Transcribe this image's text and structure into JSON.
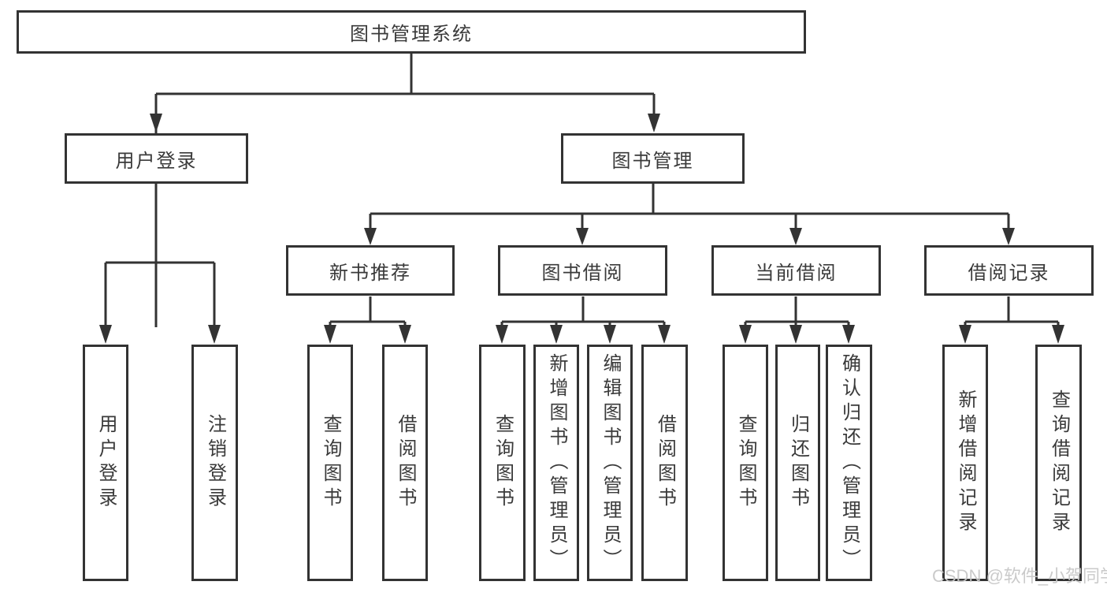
{
  "diagram": {
    "title": "图书管理系统",
    "level2": [
      {
        "label": "用户登录",
        "leaves": [
          {
            "label": "用户登录"
          },
          {
            "label": "注销登录"
          }
        ]
      },
      {
        "label": "图书管理",
        "sections": [
          {
            "label": "新书推荐",
            "leaves": [
              {
                "label": "查询图书"
              },
              {
                "label": "借阅图书"
              }
            ]
          },
          {
            "label": "图书借阅",
            "leaves": [
              {
                "label": "查询图书"
              },
              {
                "label": "新增图书（管理员）"
              },
              {
                "label": "编辑图书（管理员）"
              },
              {
                "label": "借阅图书"
              }
            ]
          },
          {
            "label": "当前借阅",
            "leaves": [
              {
                "label": "查询图书"
              },
              {
                "label": "归还图书"
              },
              {
                "label": "确认归还（管理员）"
              }
            ]
          },
          {
            "label": "借阅记录",
            "leaves": [
              {
                "label": "新增借阅记录"
              },
              {
                "label": "查询借阅记录"
              }
            ]
          }
        ]
      }
    ]
  },
  "watermark": {
    "text": "CSDN @软件_小贺同学"
  },
  "colors": {
    "line": "#333333",
    "text": "#3a3a3a",
    "watermark": "#c8c8c8",
    "background": "#ffffff"
  }
}
